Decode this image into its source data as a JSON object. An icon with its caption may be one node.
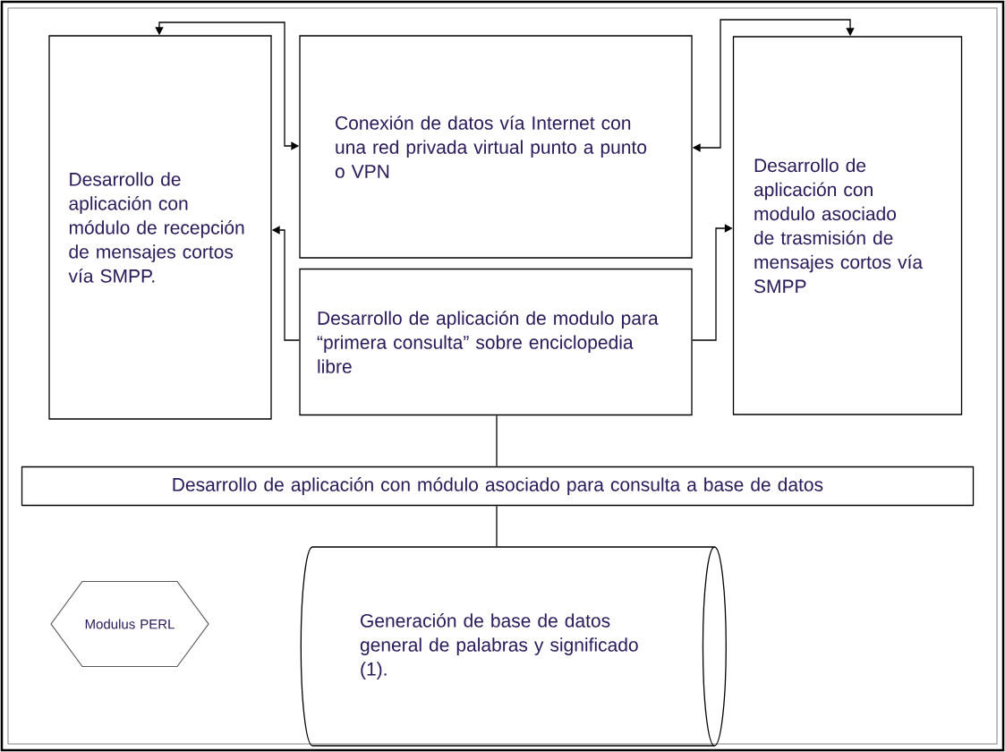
{
  "diagram": {
    "nodes": [
      {
        "text": [
          "Desarrollo de aplicación con módulo de recepción de mensajes cortos vía SMPP."
        ]
      },
      {
        "text": [
          "Conexión de datos vía Internet con una red privada virtual punto a punto o VPN"
        ]
      },
      {
        "text": [
          "Desarrollo de aplicación con modulo asociado de trasmisión de mensajes cortos vía SMPP"
        ]
      },
      {
        "text": [
          "Desarrollo de aplicación de modulo para “primera consulta” sobre enciclopedia libre"
        ]
      },
      {
        "text": [
          "Desarrollo de aplicación con módulo asociado para consulta a base de datos"
        ]
      },
      {
        "text": [
          "Generación de base de datos general de palabras y significado (1)."
        ]
      },
      {
        "text": [
          "Modulus PERL"
        ]
      }
    ],
    "edges": [
      {
        "from": 0,
        "to": 1,
        "arrow": "both"
      },
      {
        "from": 1,
        "to": 2,
        "arrow": "both"
      },
      {
        "from": 3,
        "to": 0,
        "arrow": "to"
      },
      {
        "from": 3,
        "to": 2,
        "arrow": "to"
      },
      {
        "from": 3,
        "to": 4,
        "arrow": "none"
      },
      {
        "from": 4,
        "to": 5,
        "arrow": "none"
      }
    ]
  }
}
